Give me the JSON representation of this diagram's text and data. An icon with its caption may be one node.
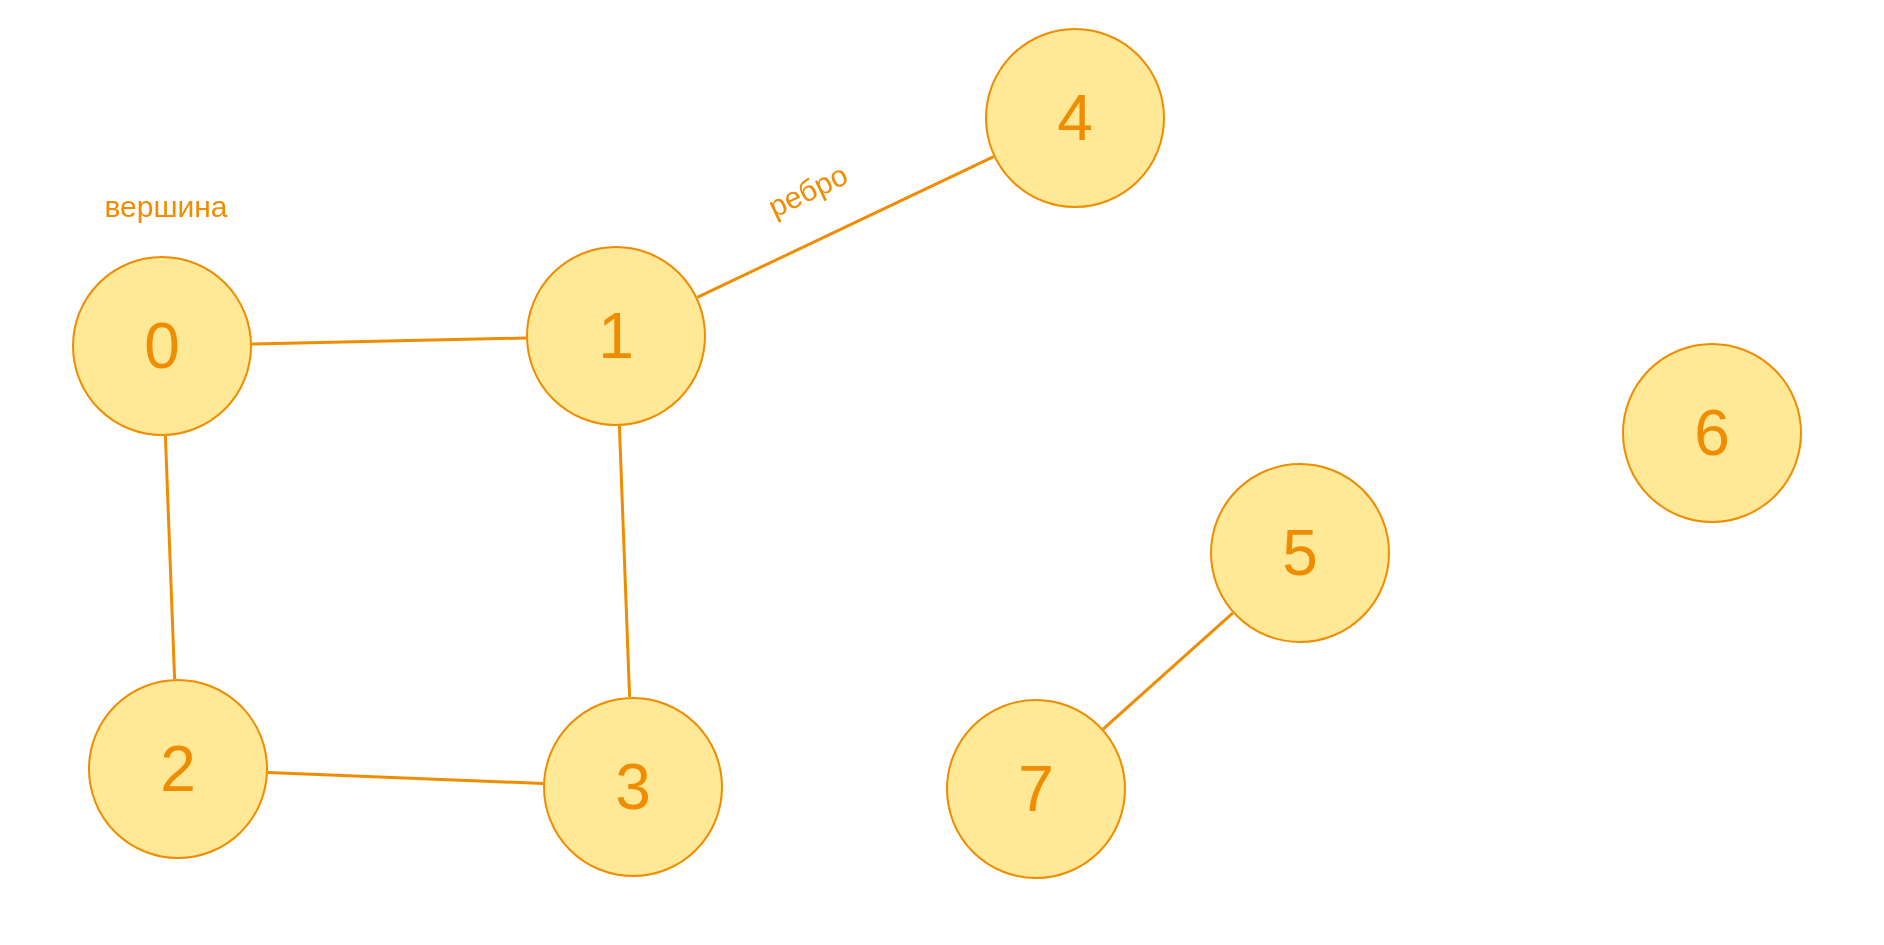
{
  "diagram": {
    "nodes": [
      {
        "text": [
          "0"
        ]
      },
      {
        "text": [
          "1"
        ]
      },
      {
        "text": [
          "2"
        ]
      },
      {
        "text": [
          "3"
        ]
      },
      {
        "text": [
          "4"
        ]
      },
      {
        "text": [
          "5"
        ]
      },
      {
        "text": [
          "6"
        ]
      },
      {
        "text": [
          "7"
        ]
      }
    ],
    "edges": [
      {
        "from": 0,
        "to": 1,
        "arrow": "none"
      },
      {
        "from": 1,
        "to": 4,
        "arrow": "none",
        "label": "ребро"
      },
      {
        "from": 0,
        "to": 2,
        "arrow": "none"
      },
      {
        "from": 1,
        "to": 3,
        "arrow": "none"
      },
      {
        "from": 2,
        "to": 3,
        "arrow": "none"
      },
      {
        "from": 5,
        "to": 7,
        "arrow": "none"
      }
    ],
    "labels": [
      "вершина"
    ]
  }
}
